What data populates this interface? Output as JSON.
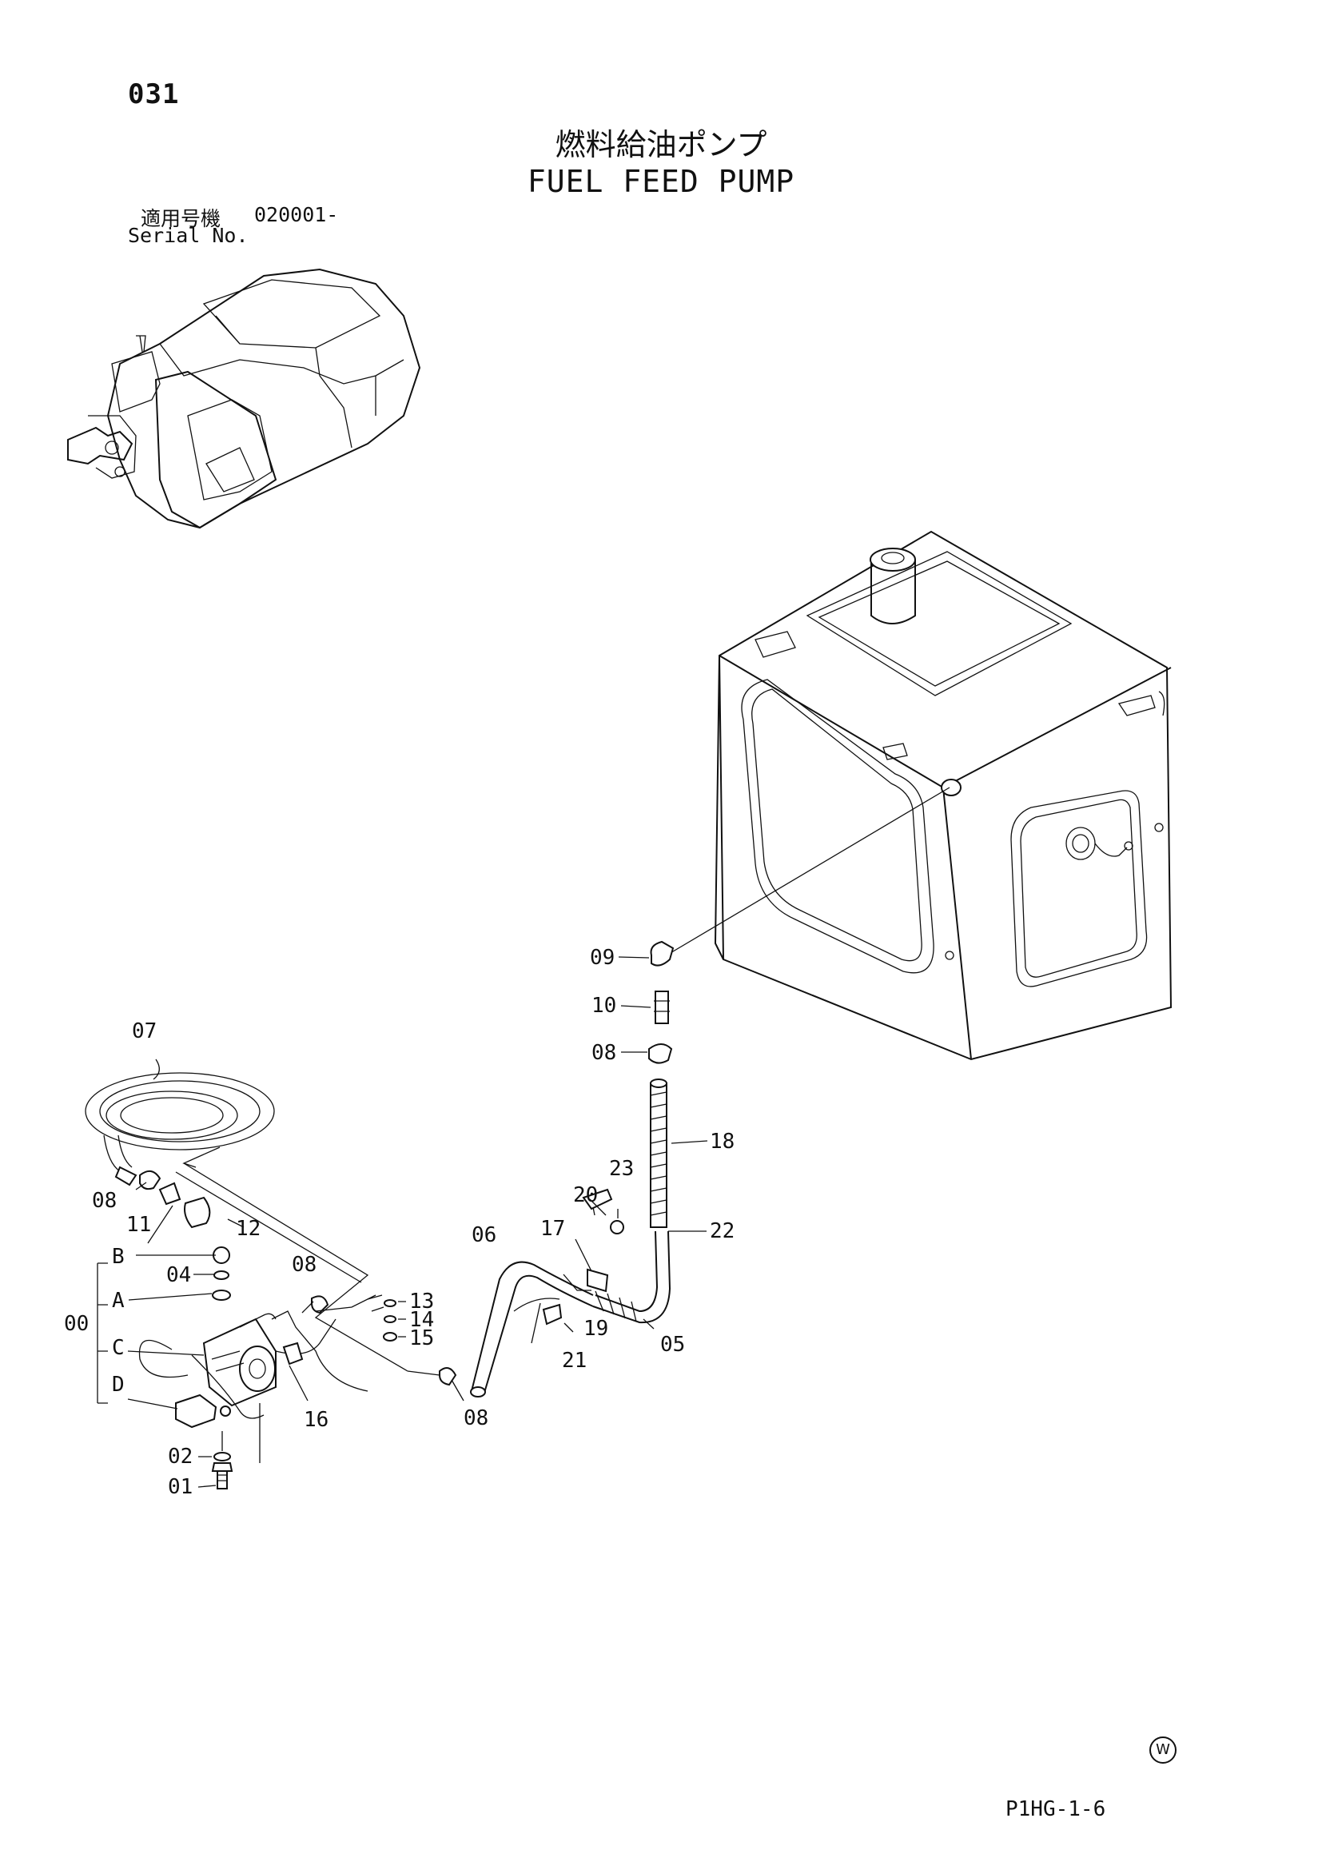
{
  "page_number": "031",
  "title": {
    "ja": "燃料給油ポンプ",
    "en": "FUEL FEED PUMP"
  },
  "serial": {
    "label_ja": "適用号機",
    "label_en": "Serial No.",
    "value": "020001-"
  },
  "callouts": {
    "c00": "00",
    "c01": "01",
    "c02": "02",
    "c04": "04",
    "c05": "05",
    "c06": "06",
    "c07": "07",
    "c08a": "08",
    "c08b": "08",
    "c08c": "08",
    "c08d": "08",
    "c09": "09",
    "c10": "10",
    "c11": "11",
    "c12": "12",
    "c13": "13",
    "c14": "14",
    "c15": "15",
    "c16": "16",
    "c17": "17",
    "c18": "18",
    "c19": "19",
    "c20": "20",
    "c21": "21",
    "c22": "22",
    "c23": "23",
    "cA": "A",
    "cB": "B",
    "cC": "C",
    "cD": "D"
  },
  "mark": "W",
  "ref_code": "P1HG-1-6"
}
